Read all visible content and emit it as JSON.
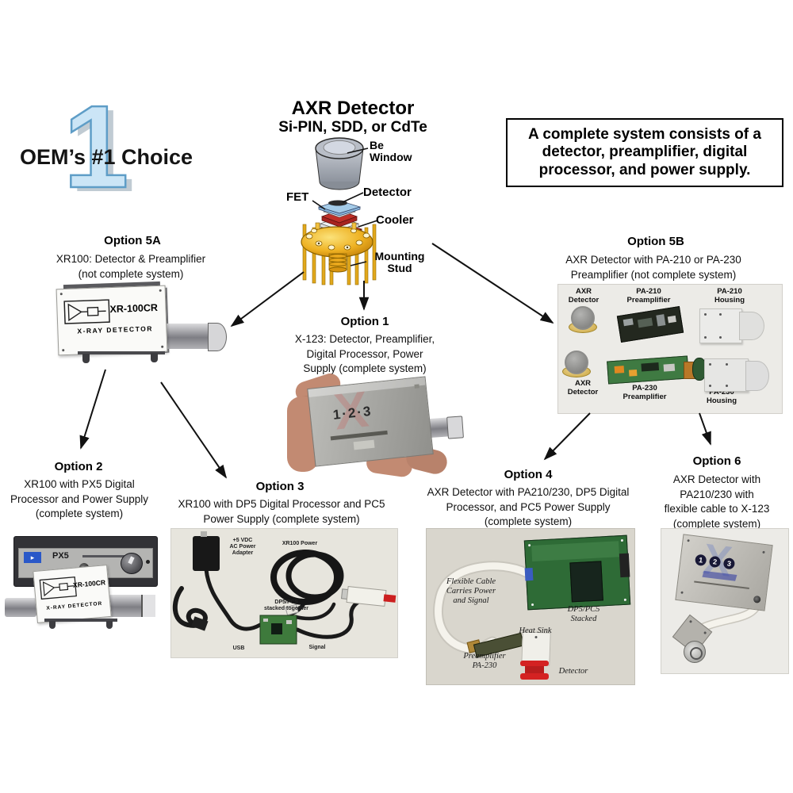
{
  "branding": {
    "numeral": "1",
    "tagline": "OEM’s #1 Choice"
  },
  "header": {
    "title": "AXR Detector",
    "subtitle": "Si-PIN, SDD, or CdTe",
    "labels": {
      "be_window": "Be\nWindow",
      "fet": "FET",
      "detector": "Detector",
      "cooler": "Cooler",
      "mounting_stud": "Mounting\nStud"
    }
  },
  "note": "A complete system consists of a\ndetector, preamplifier, digital\nprocessor, and power supply.",
  "options": {
    "o5a": {
      "title": "Option 5A",
      "desc": "XR100: Detector & Preamplifier\n(not complete system)",
      "device": {
        "model": "XR-100CR",
        "type": "X-RAY DETECTOR"
      }
    },
    "o1": {
      "title": "Option 1",
      "desc": "X-123: Detector, Preamplifier,\nDigital Processor, Power\nSupply (complete system)",
      "device_label": "1·2·3"
    },
    "o5b": {
      "title": "Option 5B",
      "desc": "AXR Detector with PA-210 or PA-230\nPreamplifier (not complete system)",
      "items": {
        "axr_top": "AXR\nDetector",
        "pa210_pre": "PA-210\nPreamplifier",
        "pa210_hsg": "PA-210\nHousing",
        "axr_bot": "AXR\nDetector",
        "pa230_pre": "PA-230\nPreamplifier",
        "pa230_hsg": "PA-230\nHousing"
      }
    },
    "o2": {
      "title": "Option 2",
      "desc": "XR100 with PX5 Digital\nProcessor and Power Supply\n(complete system)",
      "device": {
        "px5": "PX5",
        "model": "XR-100CR",
        "type": "X-RAY DETECTOR"
      }
    },
    "o3": {
      "title": "Option 3",
      "desc": "XR100 with DP5 Digital Processor and PC5\nPower Supply (complete system)",
      "photo_labels": {
        "adapter": "+5 VDC\nAC Power\nAdapter",
        "power": "XR100 Power",
        "stacked": "DP5/PC5\nstacked together",
        "usb": "USB",
        "signal": "Signal"
      }
    },
    "o4": {
      "title": "Option 4",
      "desc": "AXR Detector with PA210/230, DP5 Digital\nProcessor, and PC5  Power Supply\n(complete system)",
      "photo_labels": {
        "flex": "Flexible Cable\nCarries Power\nand Signal",
        "stacked": "DP5/PC5\nStacked",
        "heatsink": "Heat Sink",
        "preamp": "Preamplifier\nPA-230",
        "detector": "Detector"
      }
    },
    "o6": {
      "title": "Option 6",
      "desc": "AXR Detector with\nPA210/230 with\nflexible cable to X-123\n(complete system)",
      "digits": [
        "1",
        "2",
        "3"
      ]
    }
  },
  "colors": {
    "numeral_blue": "#cbe5f6",
    "gold_header": "#eeb122",
    "stack_red": "#c03028",
    "stack_blue": "#a4cbe8",
    "pcb_green": "#2e6b36",
    "detector_red": "#d42222"
  }
}
